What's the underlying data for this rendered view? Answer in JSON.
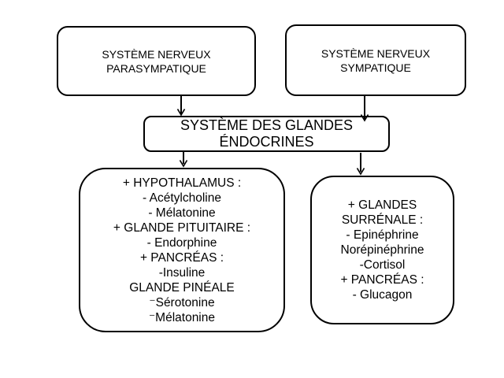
{
  "diagram": {
    "boxes": {
      "parasympathetic": {
        "lines": [
          "SYSTÈME NERVEUX",
          "PARASYMPATIQUE"
        ]
      },
      "sympathetic": {
        "lines": [
          "SYSTÈME NERVEUX",
          "SYMPATIQUE"
        ]
      },
      "endocrine": {
        "lines": [
          "SYSTÈME DES GLANDES",
          "ÉNDOCRINES"
        ]
      },
      "left_glands": {
        "lines": [
          "+ HYPOTHALAMUS :",
          "- Acétylcholine",
          "- Mélatonine",
          "+ GLANDE PITUITAIRE :",
          "- Endorphine",
          "+ PANCRÉAS :",
          "-Insuline",
          "GLANDE PINÉALE",
          "⁻Sérotonine",
          "⁻Mélatonine"
        ]
      },
      "right_glands": {
        "lines": [
          "+ GLANDES",
          "SURRÉNALE :",
          "- Epinéphrine",
          "Norépinéphrine",
          "-Cortisol",
          "+ PANCRÉAS :",
          "- Glucagon"
        ]
      }
    },
    "colors": {
      "background": "#ffffff",
      "border": "#000000",
      "text": "#000000",
      "arrow": "#000000"
    }
  }
}
